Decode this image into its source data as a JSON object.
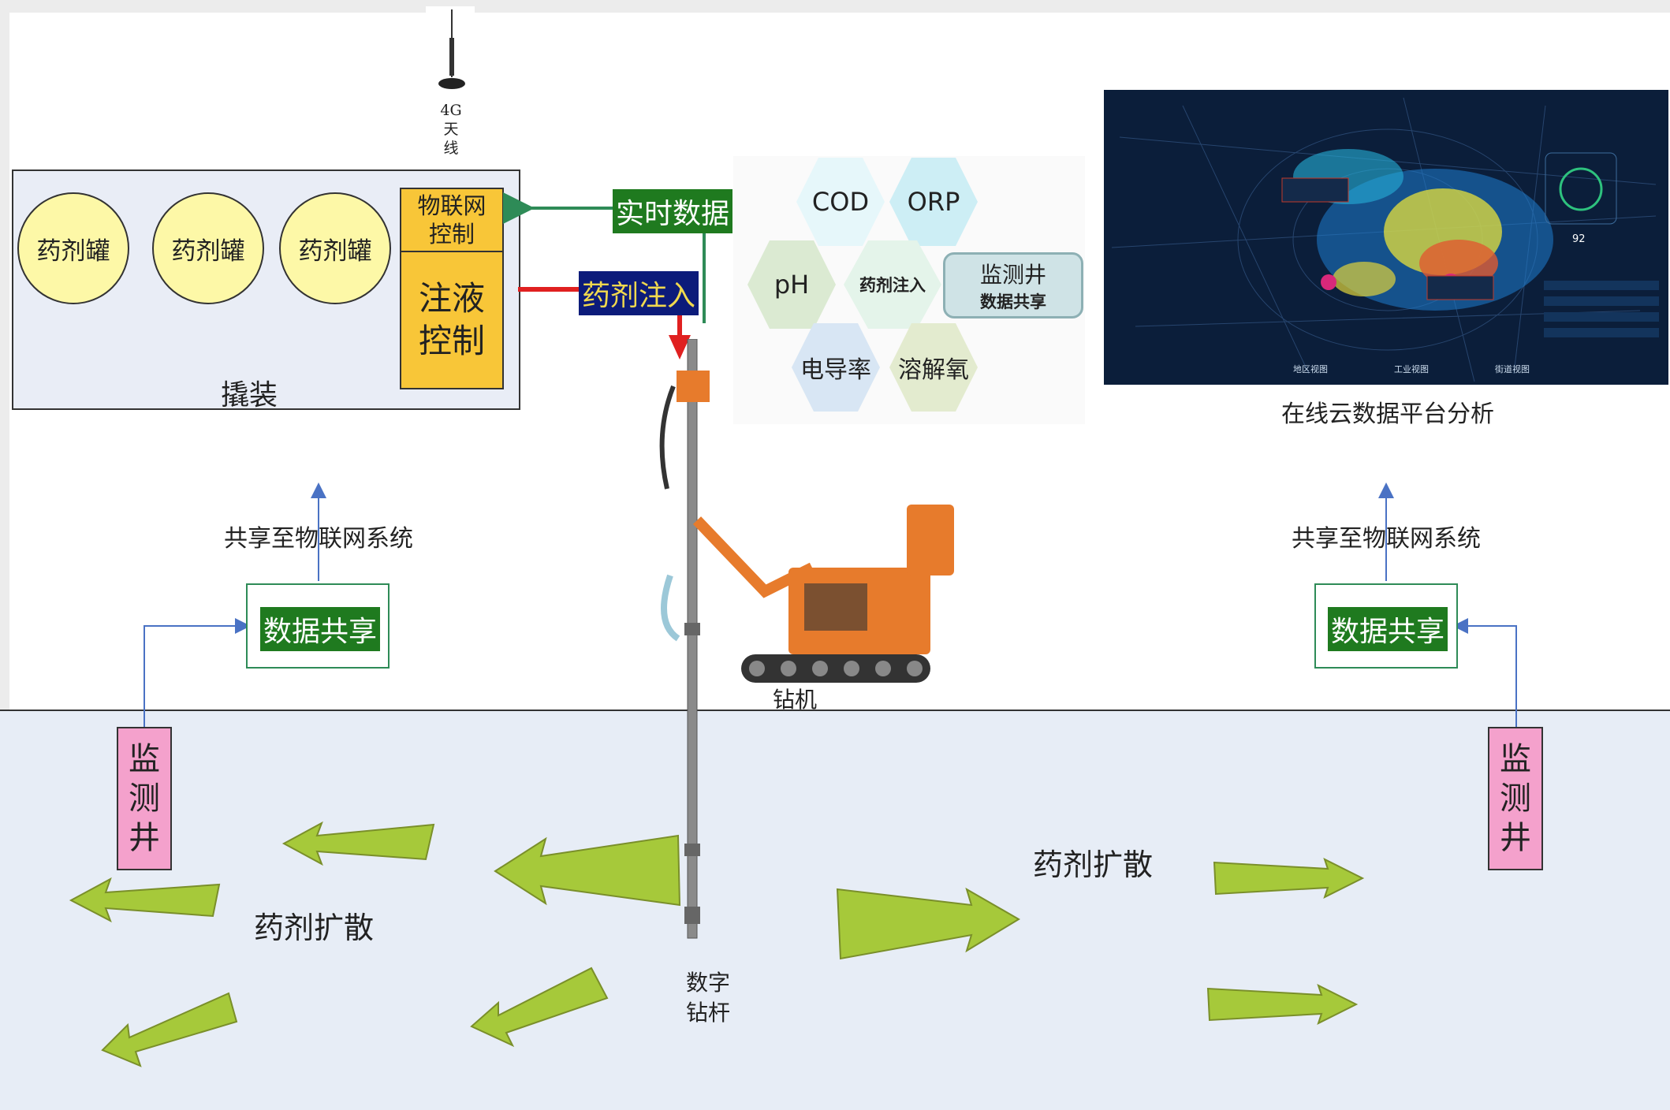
{
  "antenna": {
    "label_lines": [
      "4G",
      "天",
      "线"
    ]
  },
  "skid": {
    "tanks": [
      "药剂罐",
      "药剂罐",
      "药剂罐"
    ],
    "iot_control": "物联网控制",
    "injection_control": "注液控制",
    "label": "撬装"
  },
  "flows": {
    "realtime_data": "实时数据",
    "reagent_injection": "药剂注入"
  },
  "parameters": {
    "hexes": [
      "COD",
      "ORP",
      "pH",
      "药剂注入",
      "电导率",
      "溶解氧"
    ],
    "well_box_title": "监测井",
    "well_box_sub": "数据共享"
  },
  "dashboard": {
    "caption": "在线云数据平台分析",
    "gauge_value": "92",
    "tabs": [
      "地区视图",
      "工业视图",
      "街道视图"
    ]
  },
  "left_share": {
    "up_label": "共享至物联网系统",
    "box": "数据共享"
  },
  "right_share": {
    "up_label": "共享至物联网系统",
    "box": "数据共享"
  },
  "drill": {
    "label": "钻机",
    "rod_label_lines": [
      "数字",
      "钻杆"
    ]
  },
  "wells": {
    "left": [
      "监",
      "测",
      "井"
    ],
    "right": [
      "监",
      "测",
      "井"
    ]
  },
  "diffusion": {
    "left_label": "药剂扩散",
    "right_label": "药剂扩散"
  },
  "colors": {
    "ground": "#e7edf6",
    "tank": "#fdf8a7",
    "control": "#f8c638",
    "well": "#f4a1cc",
    "arrow_green": "#a6c93a",
    "label_green": "#1f7a1f",
    "label_navy": "#0c1b7a"
  }
}
